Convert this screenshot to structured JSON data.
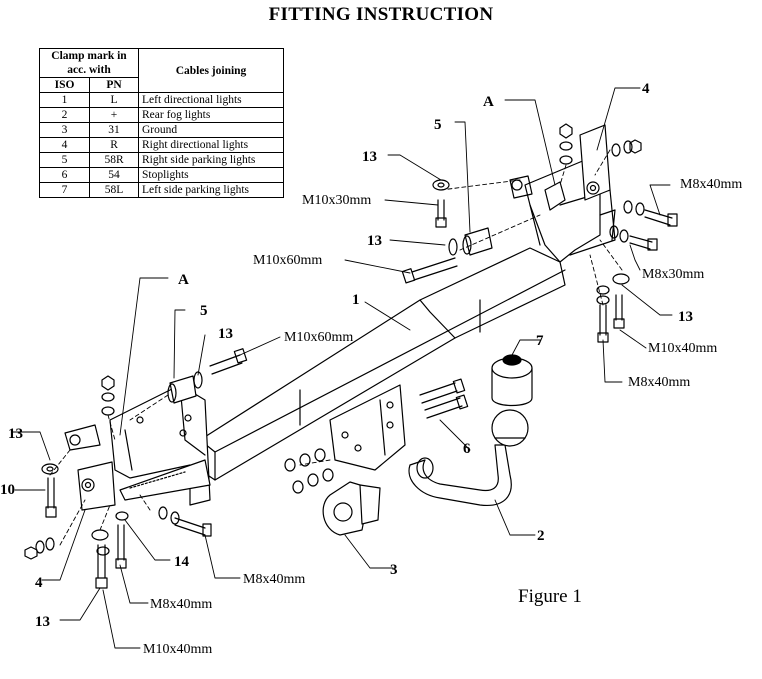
{
  "title": "FITTING INSTRUCTION",
  "table": {
    "header_clamp": "Clamp mark in acc. with",
    "header_cables": "Cables joining",
    "col_iso": "ISO",
    "col_pn": "PN",
    "rows": [
      {
        "iso": "1",
        "pn": "L",
        "desc": "Left directional lights"
      },
      {
        "iso": "2",
        "pn": "+",
        "desc": "Rear fog lights"
      },
      {
        "iso": "3",
        "pn": "31",
        "desc": "Ground"
      },
      {
        "iso": "4",
        "pn": "R",
        "desc": "Right directional lights"
      },
      {
        "iso": "5",
        "pn": "58R",
        "desc": "Right side parking lights"
      },
      {
        "iso": "6",
        "pn": "54",
        "desc": "Stoplights"
      },
      {
        "iso": "7",
        "pn": "58L",
        "desc": "Left side parking lights"
      }
    ]
  },
  "labels": {
    "A_top": "A",
    "A_left": "A",
    "n4_top": "4",
    "n5_top": "5",
    "n13_a": "13",
    "n13_b": "13",
    "n13_c": "13",
    "n13_d": "13",
    "n13_e": "13",
    "n13_f": "13",
    "n1": "1",
    "n5_left": "5",
    "n7": "7",
    "n6": "6",
    "n2": "2",
    "n3": "3",
    "n14": "14",
    "n10": "10",
    "n4_left": "4",
    "m10x30": "M10x30mm",
    "m10x60_a": "M10x60mm",
    "m10x60_b": "M10x60mm",
    "m8x40_r1": "M8x40mm",
    "m8x30": "M8x30mm",
    "m10x40_r": "M10x40mm",
    "m8x40_r2": "M8x40mm",
    "m8x40_bc": "M8x40mm",
    "m8x40_bl": "M8x40mm",
    "m10x40_bl": "M10x40mm",
    "figure": "Figure 1"
  }
}
